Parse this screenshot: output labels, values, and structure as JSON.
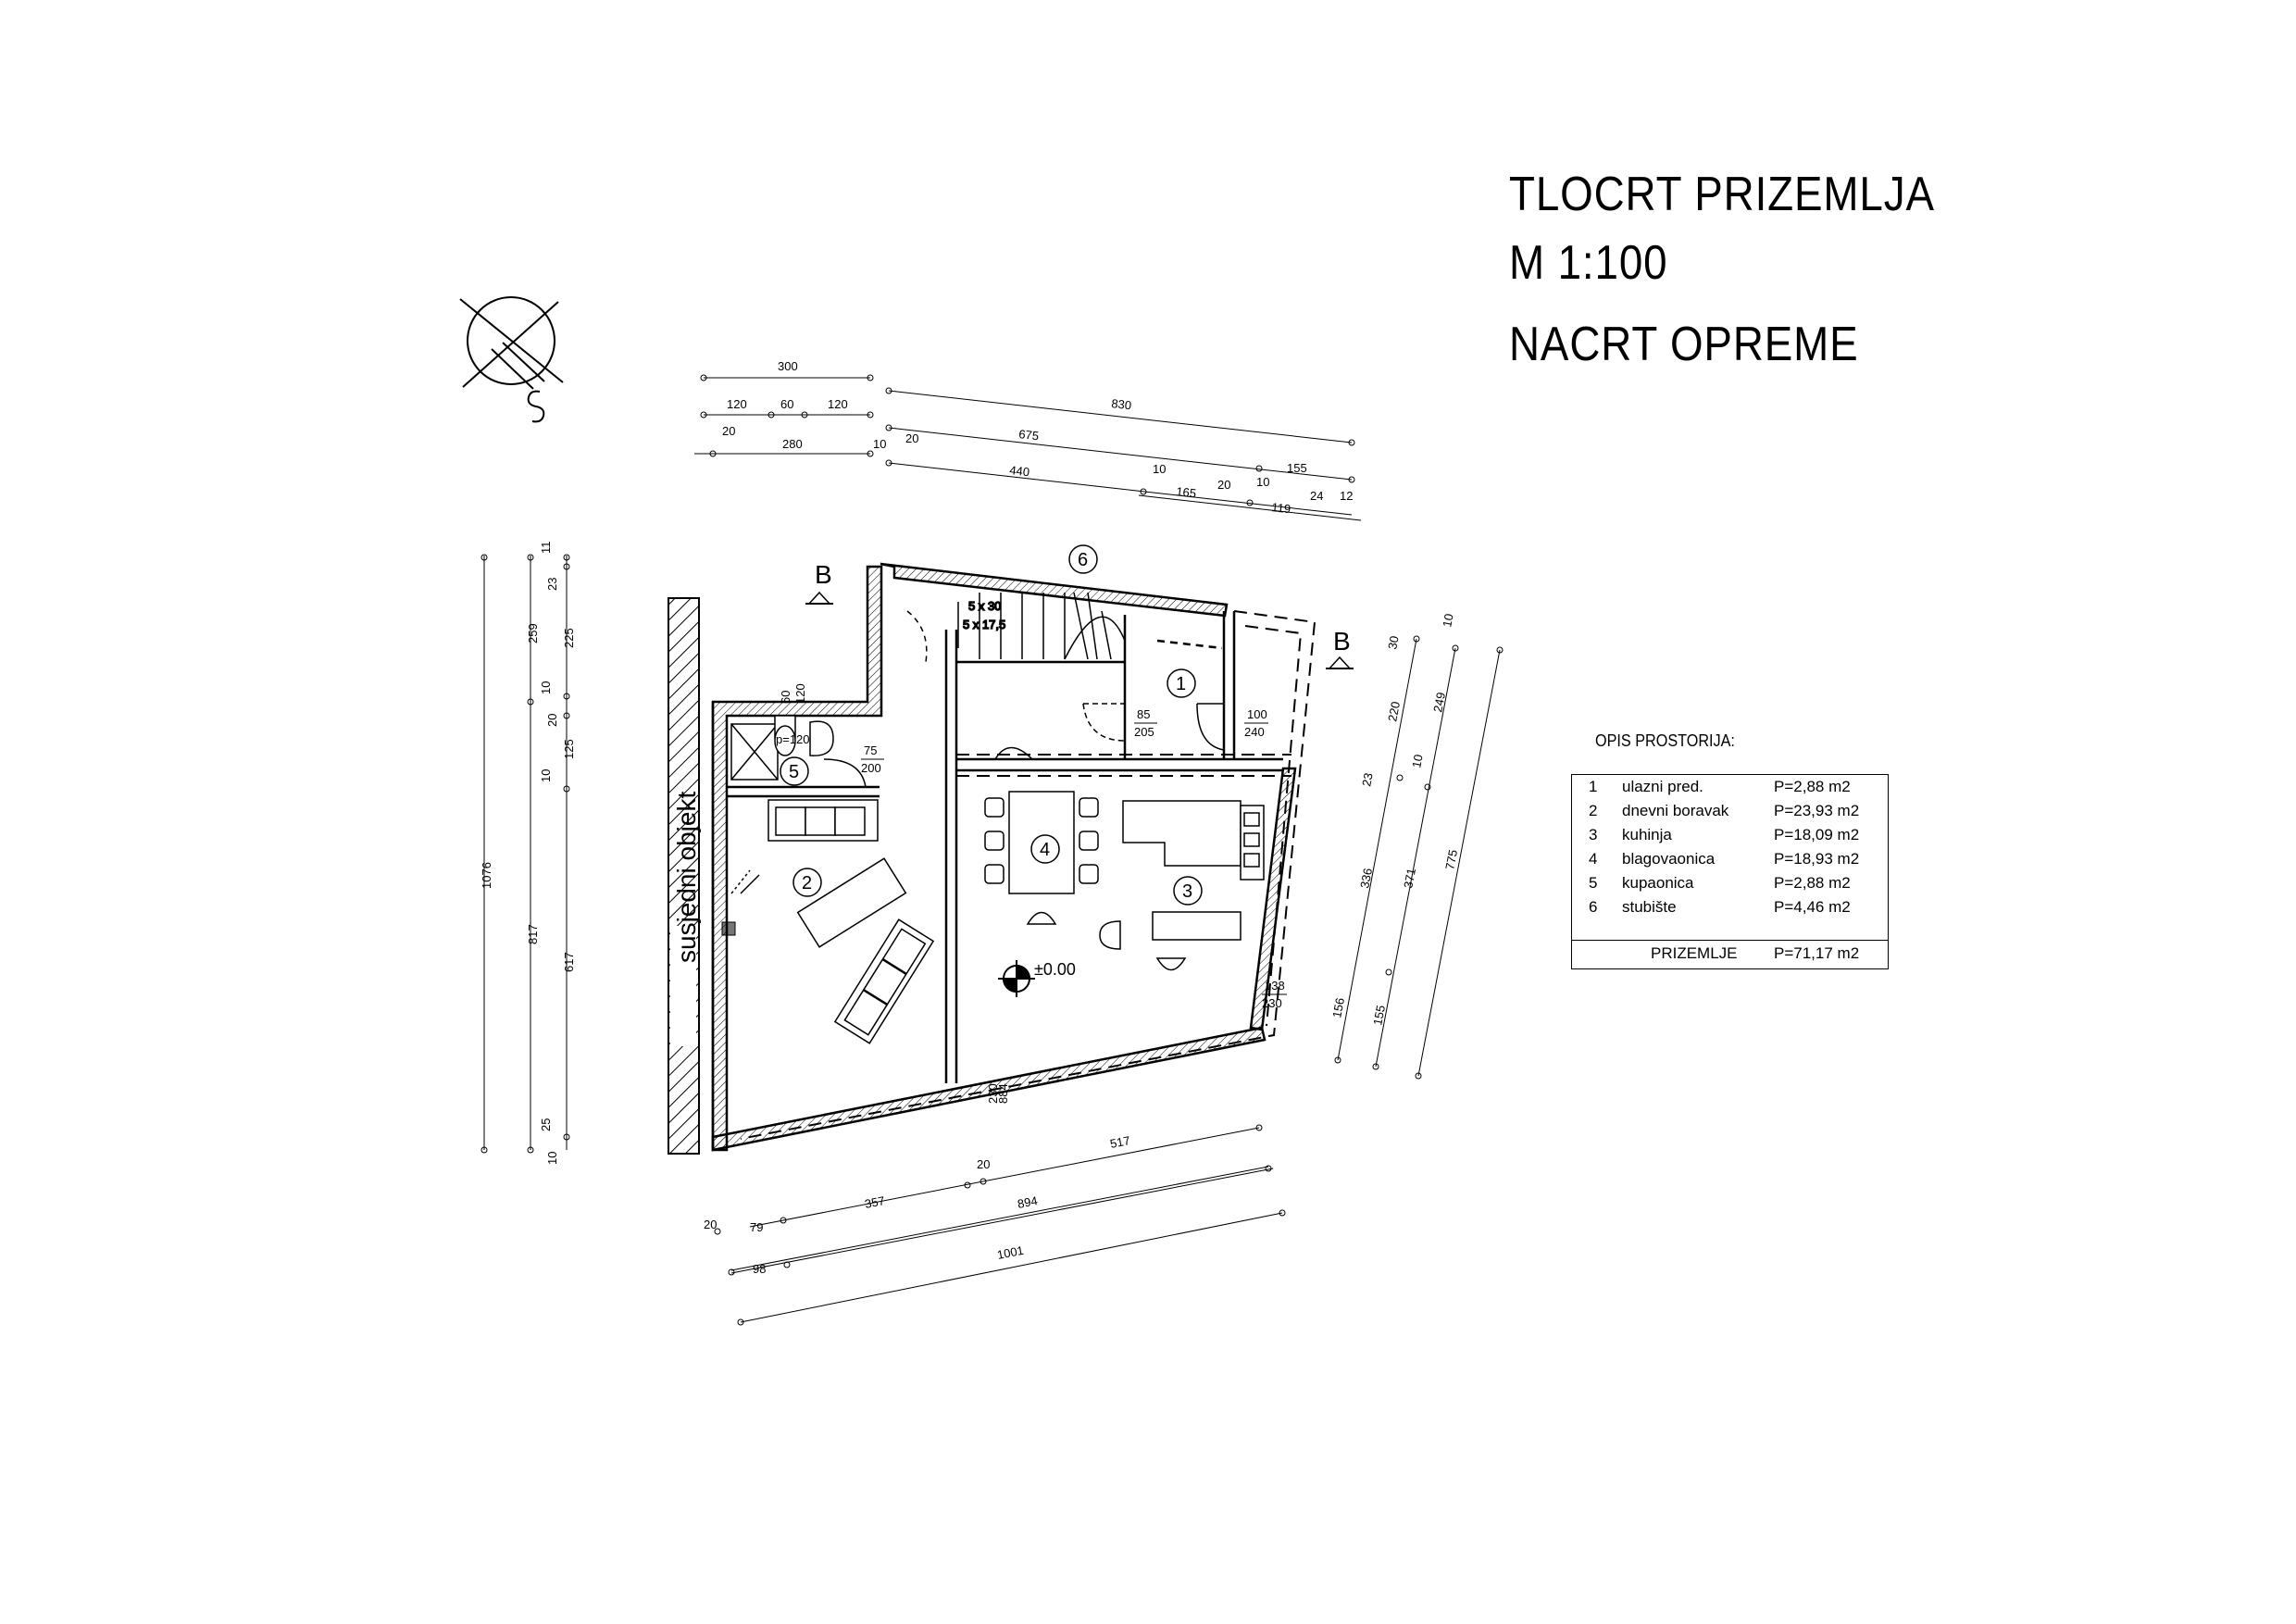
{
  "title": {
    "line1": "TLOCRT PRIZEMLJA",
    "line2": "M 1:100",
    "line3": "NACRT OPREME"
  },
  "plan": {
    "neighbour_label": "susjedni objekt",
    "section_marker": "B",
    "level_mark": "±0.00",
    "stair_spec_1": "5 x 30",
    "stair_spec_2": "5 x 17,5",
    "room_numbers": [
      "1",
      "2",
      "3",
      "4",
      "5",
      "6"
    ],
    "openings": {
      "d1_w": "85",
      "d1_h": "205",
      "d2_w": "100",
      "d2_h": "240",
      "d3_w": "75",
      "d3_h": "200",
      "w1_w": "60",
      "w1_h": "120",
      "w1_sill": "p=120",
      "w2_w": "138",
      "w2_h": "230",
      "w3_w": "884",
      "w3_h": "230"
    },
    "dims_top": {
      "r1": [
        "300",
        "830"
      ],
      "r2": [
        "120",
        "60",
        "120",
        "675"
      ],
      "r3": [
        "20",
        "280",
        "10",
        "20",
        "440",
        "10",
        "155"
      ],
      "r4": [
        "165",
        "20",
        "10",
        "119",
        "24",
        "12"
      ]
    },
    "dims_left": [
      "1076",
      "817",
      "259",
      "11",
      "23",
      "225",
      "10",
      "20",
      "125",
      "10",
      "617",
      "25",
      "10"
    ],
    "dims_right": [
      "30",
      "10",
      "220",
      "249",
      "23",
      "10",
      "336",
      "371",
      "775",
      "156",
      "155"
    ],
    "dims_bottom": [
      "20",
      "517",
      "20",
      "79",
      "357",
      "894",
      "98",
      "1001"
    ]
  },
  "legend": {
    "title": "OPIS PROSTORIJA:",
    "rows": [
      {
        "num": "1",
        "name": "ulazni pred.",
        "area": "P=2,88 m2"
      },
      {
        "num": "2",
        "name": "dnevni boravak",
        "area": "P=23,93 m2"
      },
      {
        "num": "3",
        "name": "kuhinja",
        "area": "P=18,09 m2"
      },
      {
        "num": "4",
        "name": "blagovaonica",
        "area": "P=18,93 m2"
      },
      {
        "num": "5",
        "name": "kupaonica",
        "area": "P=2,88 m2"
      },
      {
        "num": "6",
        "name": "stubište",
        "area": "P=4,46 m2"
      }
    ],
    "total_label": "PRIZEMLJE",
    "total_area": "P=71,17 m2"
  }
}
